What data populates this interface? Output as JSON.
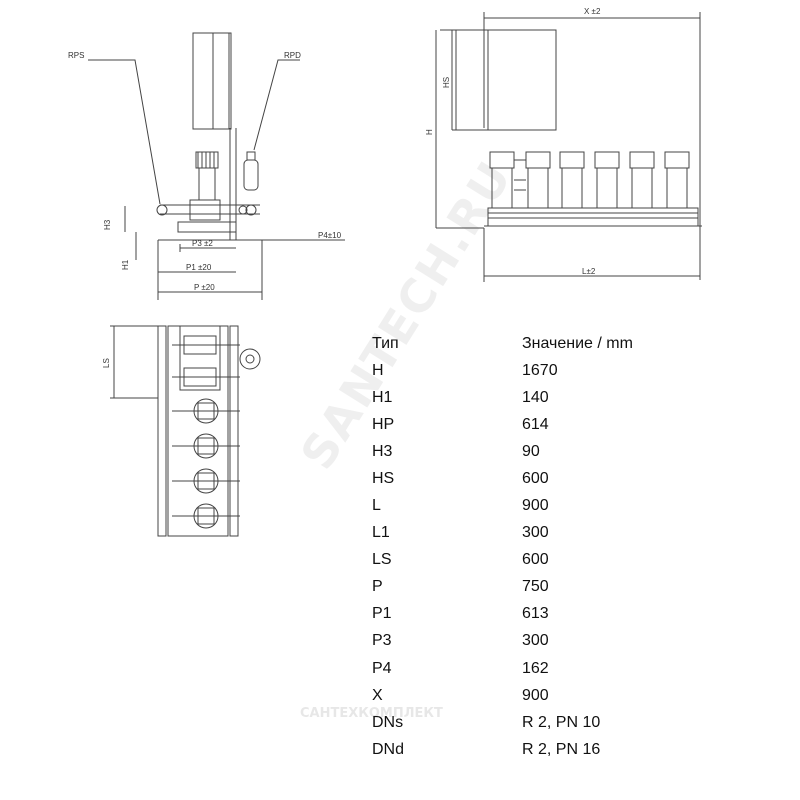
{
  "side_view": {
    "rps_label": "RPS",
    "rpd_label": "RPD",
    "h3_label": "H3",
    "h1_label": "H1",
    "p3_label": "P3 ±2",
    "p1_label": "P1 ±20",
    "p_label": "P ±20",
    "p4_label": "P4±10"
  },
  "front_view": {
    "x_label": "X ±2",
    "hs_label": "HS",
    "h_label": "H",
    "l_label": "L±2"
  },
  "top_view": {
    "ls_label": "LS"
  },
  "table": {
    "header": {
      "type": "Тип",
      "value": "Значение / mm"
    },
    "rows": [
      {
        "type": "H",
        "value": "1670"
      },
      {
        "type": "H1",
        "value": "140"
      },
      {
        "type": "HP",
        "value": "614"
      },
      {
        "type": "H3",
        "value": "90"
      },
      {
        "type": "HS",
        "value": "600"
      },
      {
        "type": "L",
        "value": "900"
      },
      {
        "type": "L1",
        "value": "300"
      },
      {
        "type": "LS",
        "value": "600"
      },
      {
        "type": "P",
        "value": "750"
      },
      {
        "type": "P1",
        "value": "613"
      },
      {
        "type": "P3",
        "value": "300"
      },
      {
        "type": "P4",
        "value": "162"
      },
      {
        "type": "X",
        "value": "900"
      },
      {
        "type": "DNs",
        "value": "R 2, PN 10"
      },
      {
        "type": "DNd",
        "value": "R 2, PN 16"
      }
    ]
  },
  "watermark": {
    "text": "SANTECH.RU",
    "bottom_text": "САНТЕХКОМПЛЕКТ"
  }
}
